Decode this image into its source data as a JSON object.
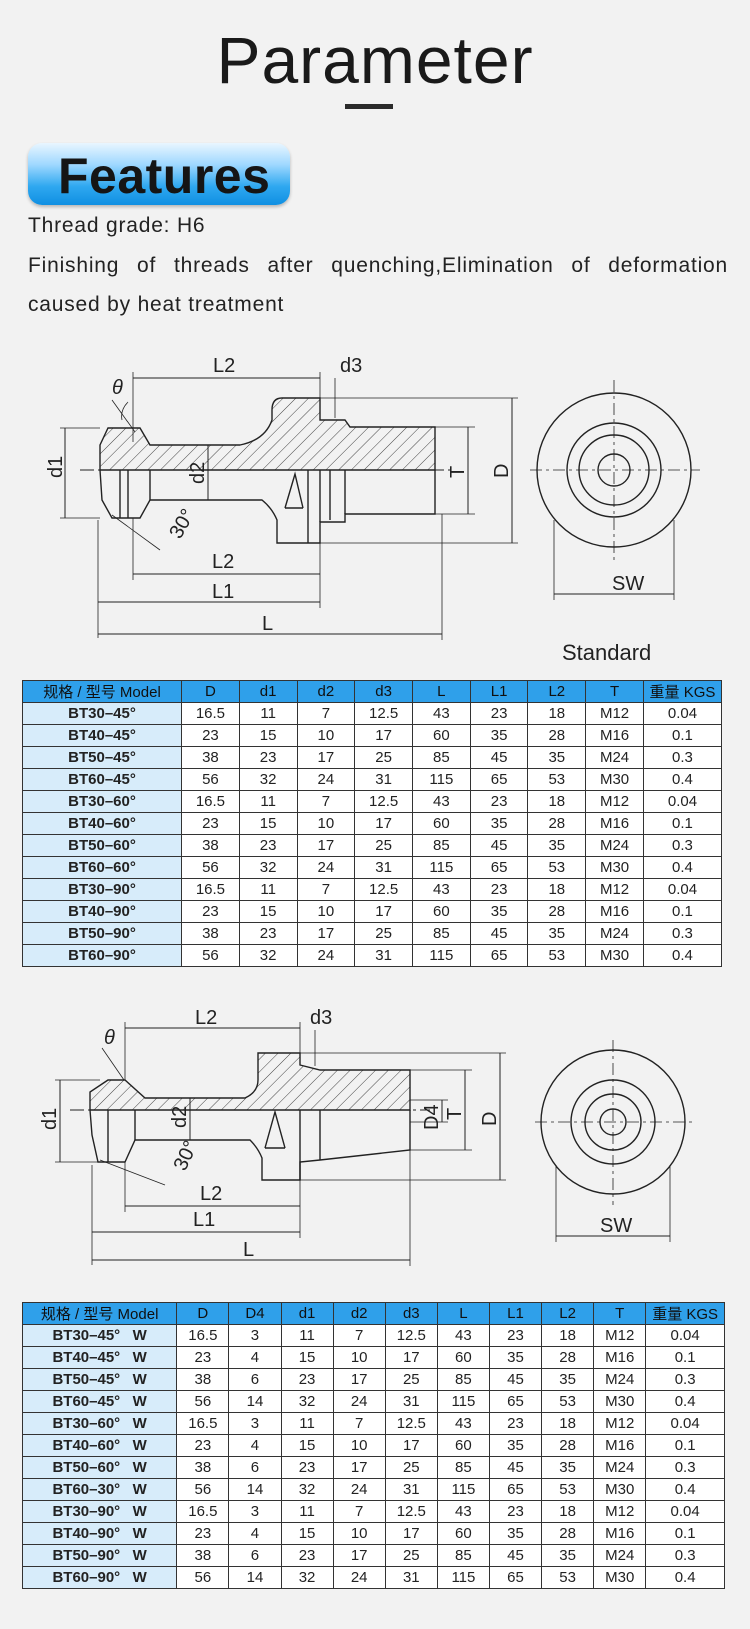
{
  "header": {
    "title": "Parameter"
  },
  "features": {
    "badge": "Features",
    "line1": "Thread grade: H6",
    "line2": "Finishing of threads after quenching,Elimination of deformation",
    "line3": "caused by heat treatment"
  },
  "drawing1": {
    "labels": {
      "phi": "θ",
      "L2top": "L2",
      "d3": "d3",
      "d1": "d1",
      "d2": "d2",
      "T": "T",
      "D": "D",
      "angle": "30°",
      "L2": "L2",
      "L1": "L1",
      "L": "L",
      "SW": "SW"
    },
    "caption": "Standard"
  },
  "table1": {
    "headers": [
      "规格 / 型号  Model",
      "D",
      "d1",
      "d2",
      "d3",
      "L",
      "L1",
      "L2",
      "T",
      "重量 KGS"
    ],
    "rows": [
      [
        "BT30–45°",
        "16.5",
        "11",
        "7",
        "12.5",
        "43",
        "23",
        "18",
        "M12",
        "0.04"
      ],
      [
        "BT40–45°",
        "23",
        "15",
        "10",
        "17",
        "60",
        "35",
        "28",
        "M16",
        "0.1"
      ],
      [
        "BT50–45°",
        "38",
        "23",
        "17",
        "25",
        "85",
        "45",
        "35",
        "M24",
        "0.3"
      ],
      [
        "BT60–45°",
        "56",
        "32",
        "24",
        "31",
        "115",
        "65",
        "53",
        "M30",
        "0.4"
      ],
      [
        "BT30–60°",
        "16.5",
        "11",
        "7",
        "12.5",
        "43",
        "23",
        "18",
        "M12",
        "0.04"
      ],
      [
        "BT40–60°",
        "23",
        "15",
        "10",
        "17",
        "60",
        "35",
        "28",
        "M16",
        "0.1"
      ],
      [
        "BT50–60°",
        "38",
        "23",
        "17",
        "25",
        "85",
        "45",
        "35",
        "M24",
        "0.3"
      ],
      [
        "BT60–60°",
        "56",
        "32",
        "24",
        "31",
        "115",
        "65",
        "53",
        "M30",
        "0.4"
      ],
      [
        "BT30–90°",
        "16.5",
        "11",
        "7",
        "12.5",
        "43",
        "23",
        "18",
        "M12",
        "0.04"
      ],
      [
        "BT40–90°",
        "23",
        "15",
        "10",
        "17",
        "60",
        "35",
        "28",
        "M16",
        "0.1"
      ],
      [
        "BT50–90°",
        "38",
        "23",
        "17",
        "25",
        "85",
        "45",
        "35",
        "M24",
        "0.3"
      ],
      [
        "BT60–90°",
        "56",
        "32",
        "24",
        "31",
        "115",
        "65",
        "53",
        "M30",
        "0.4"
      ]
    ]
  },
  "drawing2": {
    "labels": {
      "phi": "θ",
      "L2top": "L2",
      "d3": "d3",
      "d1": "d1",
      "d2": "d2",
      "D4": "D4",
      "T": "T",
      "D": "D",
      "angle": "30°",
      "L2": "L2",
      "L1": "L1",
      "L": "L",
      "SW": "SW"
    }
  },
  "table2": {
    "headers": [
      "规格 / 型号  Model",
      "D",
      "D4",
      "d1",
      "d2",
      "d3",
      "L",
      "L1",
      "L2",
      "T",
      "重量 KGS"
    ],
    "rows": [
      [
        "BT30–45°   W",
        "16.5",
        "3",
        "11",
        "7",
        "12.5",
        "43",
        "23",
        "18",
        "M12",
        "0.04"
      ],
      [
        "BT40–45°   W",
        "23",
        "4",
        "15",
        "10",
        "17",
        "60",
        "35",
        "28",
        "M16",
        "0.1"
      ],
      [
        "BT50–45°   W",
        "38",
        "6",
        "23",
        "17",
        "25",
        "85",
        "45",
        "35",
        "M24",
        "0.3"
      ],
      [
        "BT60–45°   W",
        "56",
        "14",
        "32",
        "24",
        "31",
        "115",
        "65",
        "53",
        "M30",
        "0.4"
      ],
      [
        "BT30–60°   W",
        "16.5",
        "3",
        "11",
        "7",
        "12.5",
        "43",
        "23",
        "18",
        "M12",
        "0.04"
      ],
      [
        "BT40–60°   W",
        "23",
        "4",
        "15",
        "10",
        "17",
        "60",
        "35",
        "28",
        "M16",
        "0.1"
      ],
      [
        "BT50–60°   W",
        "38",
        "6",
        "23",
        "17",
        "25",
        "85",
        "45",
        "35",
        "M24",
        "0.3"
      ],
      [
        "BT60–30°   W",
        "56",
        "14",
        "32",
        "24",
        "31",
        "115",
        "65",
        "53",
        "M30",
        "0.4"
      ],
      [
        "BT30–90°   W",
        "16.5",
        "3",
        "11",
        "7",
        "12.5",
        "43",
        "23",
        "18",
        "M12",
        "0.04"
      ],
      [
        "BT40–90°   W",
        "23",
        "4",
        "15",
        "10",
        "17",
        "60",
        "35",
        "28",
        "M16",
        "0.1"
      ],
      [
        "BT50–90°   W",
        "38",
        "6",
        "23",
        "17",
        "25",
        "85",
        "45",
        "35",
        "M24",
        "0.3"
      ],
      [
        "BT60–90°   W",
        "56",
        "14",
        "32",
        "24",
        "31",
        "115",
        "65",
        "53",
        "M30",
        "0.4"
      ]
    ]
  }
}
